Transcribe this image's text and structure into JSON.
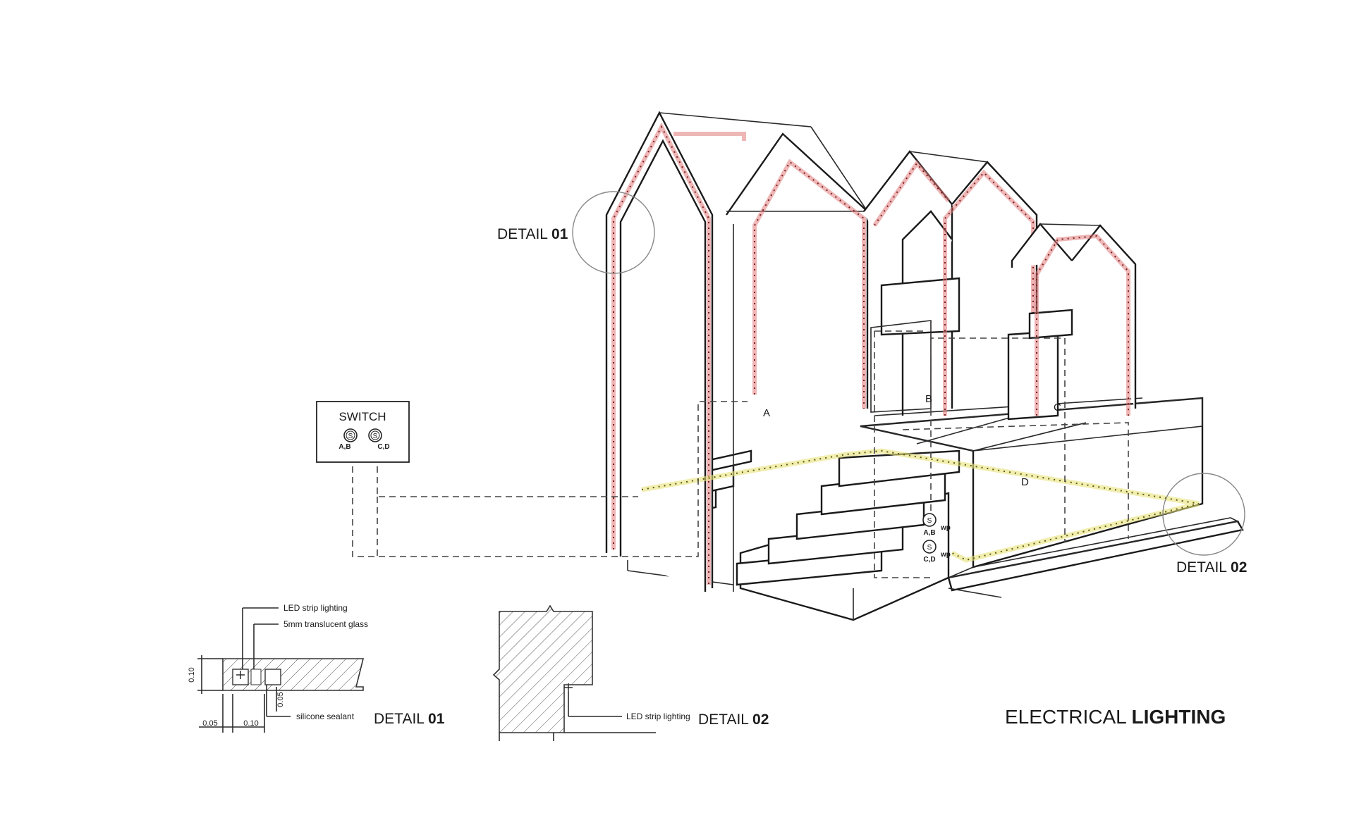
{
  "title": {
    "regular": "ELECTRICAL ",
    "bold": "LIGHTING"
  },
  "callouts": {
    "detail_01": {
      "regular": "DETAIL ",
      "bold": "01"
    },
    "detail_02": {
      "regular": "DETAIL ",
      "bold": "02"
    }
  },
  "switch_panel": {
    "title": "SWITCH",
    "switches": [
      {
        "symbol": "S",
        "label": "A,B"
      },
      {
        "symbol": "S",
        "label": "C,D"
      }
    ]
  },
  "wall_switches": [
    {
      "symbol": "S",
      "label": "A,B",
      "suffix": "wp"
    },
    {
      "symbol": "S",
      "label": "C,D",
      "suffix": "wp"
    }
  ],
  "circuit_letters": [
    "A",
    "B",
    "C",
    "D"
  ],
  "detail_01": {
    "label": {
      "regular": "DETAIL ",
      "bold": "01"
    },
    "notes": [
      "LED strip lighting",
      "5mm translucent glass",
      "silicone sealant"
    ],
    "dimensions": [
      "0.10",
      "0.05",
      "0.05",
      "0.10"
    ]
  },
  "detail_02": {
    "label": {
      "regular": "DETAIL ",
      "bold": "02"
    },
    "notes": [
      "LED strip lighting"
    ]
  }
}
